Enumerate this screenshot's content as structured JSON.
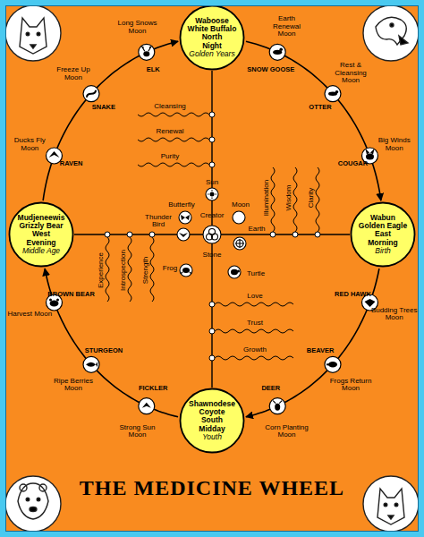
{
  "diagram": {
    "title": "THE MEDICINE WHEEL",
    "nodes": [
      {
        "text": [
          "Waboose",
          "White Buffalo",
          "North",
          "Night",
          "Golden Years"
        ]
      },
      {
        "text": [
          "Mudjeneewis",
          "Grizzly Bear",
          "West",
          "Evening",
          "Middle Age"
        ]
      },
      {
        "text": [
          "Wabun",
          "Golden Eagle",
          "East",
          "Morning",
          "Birth"
        ]
      },
      {
        "text": [
          "Shawnodese",
          "Coyote",
          "South",
          "Midday",
          "Youth"
        ]
      }
    ],
    "edges": [
      {
        "from": 0,
        "to": 2,
        "arrow": "to"
      },
      {
        "from": 2,
        "to": 3,
        "arrow": "to"
      },
      {
        "from": 3,
        "to": 1,
        "arrow": "to"
      },
      {
        "from": 1,
        "to": 0,
        "arrow": "to"
      },
      {
        "from": 0,
        "to": 3,
        "arrow": "none"
      },
      {
        "from": 1,
        "to": 2,
        "arrow": "none"
      }
    ],
    "labels": [
      "Earth Renewal Moon",
      "SNOW GOOSE",
      "Rest & Cleansing Moon",
      "OTTER",
      "Big Winds Moon",
      "COUGAR",
      "Budding Trees Moon",
      "RED HAWK",
      "Frogs Return Moon",
      "BEAVER",
      "Corn Planting Moon",
      "DEER",
      "Strong Sun Moon",
      "FICKLER",
      "Ripe Berries Moon",
      "STURGEON",
      "Harvest Moon",
      "BROWN BEAR",
      "Ducks Fly Moon",
      "RAVEN",
      "Freeze Up Moon",
      "SNAKE",
      "Long Snows Moon",
      "ELK",
      "Cleansing",
      "Renewal",
      "Purity",
      "Love",
      "Trust",
      "Growth",
      "Experience",
      "Introspection",
      "Strength",
      "Illumination",
      "Wisdom",
      "Clarity",
      "Sun",
      "Moon",
      "Butterfly",
      "Thunder Bird",
      "Creator",
      "Earth",
      "Stone",
      "Frog",
      "Turtle"
    ]
  }
}
